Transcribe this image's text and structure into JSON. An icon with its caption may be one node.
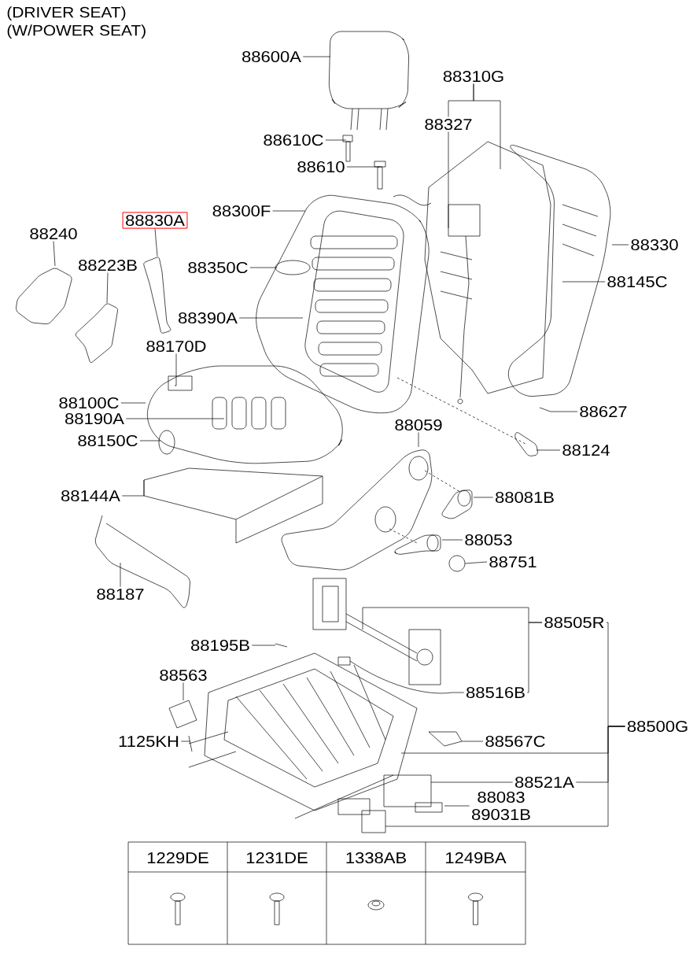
{
  "diagram": {
    "title": "(DRIVER SEAT) (W/POWER SEAT)",
    "nodes": [
      {
        "text": [
          "88600A"
        ]
      },
      {
        "text": [
          "88310G"
        ]
      },
      {
        "text": [
          "88327"
        ]
      },
      {
        "text": [
          "88610C"
        ]
      },
      {
        "text": [
          "88610"
        ]
      },
      {
        "text": [
          "88830A"
        ]
      },
      {
        "text": [
          "88300F"
        ]
      },
      {
        "text": [
          "88240"
        ]
      },
      {
        "text": [
          "88223B"
        ]
      },
      {
        "text": [
          "88330"
        ]
      },
      {
        "text": [
          "88350C"
        ]
      },
      {
        "text": [
          "88145C"
        ]
      },
      {
        "text": [
          "88390A"
        ]
      },
      {
        "text": [
          "88170D"
        ]
      },
      {
        "text": [
          "88100C"
        ]
      },
      {
        "text": [
          "88190A"
        ]
      },
      {
        "text": [
          "88627"
        ]
      },
      {
        "text": [
          "88150C"
        ]
      },
      {
        "text": [
          "88059"
        ]
      },
      {
        "text": [
          "88124"
        ]
      },
      {
        "text": [
          "88144A"
        ]
      },
      {
        "text": [
          "88081B"
        ]
      },
      {
        "text": [
          "88053"
        ]
      },
      {
        "text": [
          "88751"
        ]
      },
      {
        "text": [
          "88187"
        ]
      },
      {
        "text": [
          "88505R"
        ]
      },
      {
        "text": [
          "88195B"
        ]
      },
      {
        "text": [
          "88563"
        ]
      },
      {
        "text": [
          "88516B"
        ]
      },
      {
        "text": [
          "88500G"
        ]
      },
      {
        "text": [
          "1125KH"
        ]
      },
      {
        "text": [
          "88567C"
        ]
      },
      {
        "text": [
          "88521A"
        ]
      },
      {
        "text": [
          "88083",
          "89031B"
        ]
      },
      {
        "text": [],
        "shape": "picture"
      },
      {
        "text": [],
        "shape": "circle"
      }
    ],
    "edges": [
      {
        "from": 0,
        "to": null,
        "arrow": "none"
      },
      {
        "from": 1,
        "to": null,
        "arrow": "none"
      },
      {
        "from": 1,
        "to": 2,
        "arrow": "none"
      },
      {
        "from": 2,
        "to": null,
        "arrow": "none"
      },
      {
        "from": 3,
        "to": null,
        "arrow": "none"
      },
      {
        "from": 4,
        "to": null,
        "arrow": "none"
      },
      {
        "from": 5,
        "to": 34,
        "arrow": "none"
      },
      {
        "from": 6,
        "to": null,
        "arrow": "none"
      },
      {
        "from": 7,
        "to": null,
        "arrow": "none"
      },
      {
        "from": 8,
        "to": null,
        "arrow": "none"
      },
      {
        "from": 9,
        "to": null,
        "arrow": "none"
      },
      {
        "from": 10,
        "to": null,
        "arrow": "none"
      },
      {
        "from": 11,
        "to": null,
        "arrow": "none"
      },
      {
        "from": 12,
        "to": null,
        "arrow": "none"
      },
      {
        "from": 13,
        "to": null,
        "arrow": "none"
      },
      {
        "from": 14,
        "to": null,
        "arrow": "none"
      },
      {
        "from": 15,
        "to": null,
        "arrow": "none"
      },
      {
        "from": 16,
        "to": null,
        "arrow": "none"
      },
      {
        "from": 17,
        "to": null,
        "arrow": "none"
      },
      {
        "from": 18,
        "to": null,
        "arrow": "none"
      },
      {
        "from": 19,
        "to": null,
        "arrow": "none"
      },
      {
        "from": 20,
        "to": null,
        "arrow": "none"
      },
      {
        "from": 21,
        "to": null,
        "arrow": "none"
      },
      {
        "from": 22,
        "to": null,
        "arrow": "none"
      },
      {
        "from": 23,
        "to": 35,
        "arrow": "none"
      },
      {
        "from": 24,
        "to": null,
        "arrow": "none"
      },
      {
        "from": 25,
        "to": null,
        "arrow": "none"
      },
      {
        "from": 25,
        "to": 28,
        "arrow": "none"
      },
      {
        "from": 26,
        "to": null,
        "arrow": "none"
      },
      {
        "from": 27,
        "to": null,
        "arrow": "none"
      },
      {
        "from": 28,
        "to": null,
        "arrow": "none"
      },
      {
        "from": 29,
        "to": 25,
        "arrow": "none"
      },
      {
        "from": 29,
        "to": null,
        "arrow": "none"
      },
      {
        "from": 29,
        "to": 32,
        "arrow": "none"
      },
      {
        "from": 29,
        "to": null,
        "arrow": "none"
      },
      {
        "from": 30,
        "to": null,
        "arrow": "none"
      },
      {
        "from": 31,
        "to": null,
        "arrow": "none"
      },
      {
        "from": 32,
        "to": null,
        "arrow": "none"
      },
      {
        "from": 33,
        "to": null,
        "arrow": "none"
      }
    ],
    "labels": [
      "1229DE",
      "1231DE",
      "1338AB",
      "1249BA"
    ]
  }
}
